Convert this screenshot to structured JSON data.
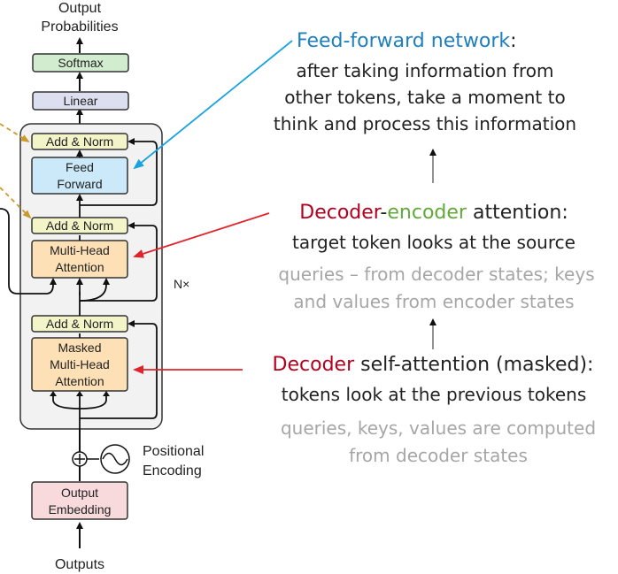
{
  "diagram": {
    "output_label_line1": "Output",
    "output_label_line2": "Probabilities",
    "softmax": "Softmax",
    "linear": "Linear",
    "add_norm": "Add & Norm",
    "feed_forward_line1": "Feed",
    "feed_forward_line2": "Forward",
    "mha_line1": "Multi-Head",
    "mha_line2": "Attention",
    "masked_line1": "Masked",
    "masked_line2": "Multi-Head",
    "masked_line3": "Attention",
    "nx": "N×",
    "positional_line1": "Positional",
    "positional_line2": "Encoding",
    "embedding_line1": "Output",
    "embedding_line2": "Embedding",
    "inputs_label": "Outputs"
  },
  "annotations": {
    "ffn": {
      "title": "Feed-forward network",
      "title_suffix": ":",
      "line1": "after taking information from",
      "line2": "other tokens, take a moment to",
      "line3": "think and process this information"
    },
    "cross": {
      "title_part1": "Decoder",
      "title_dash": "-",
      "title_part2": "encoder",
      "title_part3": " attention:",
      "line1": "target token looks at the source",
      "gray1": "queries – from decoder states; keys",
      "gray2": "and values from encoder states"
    },
    "self": {
      "title_part1": "Decoder",
      "title_part2": " self-attention (masked):",
      "line1": "tokens look at the previous tokens",
      "gray1": "queries, keys, values are computed",
      "gray2": "from decoder states"
    }
  },
  "colors": {
    "softmax": "#d2ecd0",
    "linear": "#dcdff0",
    "add_norm": "#f3f5c9",
    "feed_forward": "#cbe9f9",
    "attention": "#fde0b5",
    "embedding": "#f8d9dc",
    "pointer_blue": "#1aa3df",
    "pointer_red": "#e0242a",
    "encoder_dashed": "#c99a2e"
  }
}
